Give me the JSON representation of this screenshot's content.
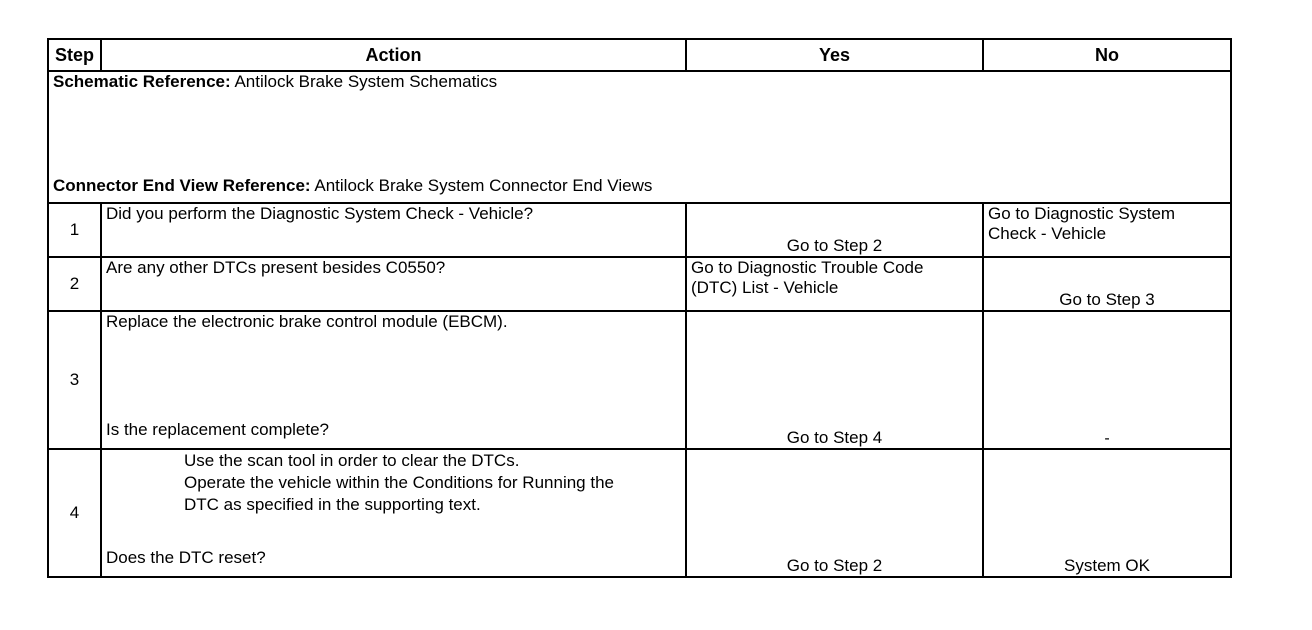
{
  "table": {
    "headers": {
      "step": "Step",
      "action": "Action",
      "yes": "Yes",
      "no": "No"
    },
    "references": {
      "schematic_label": "Schematic Reference:",
      "schematic_value": "Antilock Brake System Schematics",
      "connector_label": "Connector End View Reference:",
      "connector_value": "Antilock Brake System Connector End Views"
    },
    "rows": [
      {
        "step": "1",
        "action": "Did you perform the Diagnostic System Check - Vehicle?",
        "yes": "Go to Step 2",
        "no_line1": "Go to Diagnostic System",
        "no_line2": "Check - Vehicle"
      },
      {
        "step": "2",
        "action": "Are any other DTCs present besides C0550?",
        "yes_line1": "Go to Diagnostic Trouble Code",
        "yes_line2": "(DTC) List - Vehicle",
        "no": "Go to Step 3"
      },
      {
        "step": "3",
        "action_top": "Replace the electronic brake control module (EBCM).",
        "action_bottom": "Is the replacement complete?",
        "yes": "Go to Step 4",
        "no": "-"
      },
      {
        "step": "4",
        "action_lines": [
          "Use the scan tool in order to clear the DTCs.",
          "Operate the vehicle within the Conditions for Running the",
          "DTC as specified in the supporting text."
        ],
        "action_bottom": "Does the DTC reset?",
        "yes": "Go to Step 2",
        "no": "System OK"
      }
    ]
  }
}
